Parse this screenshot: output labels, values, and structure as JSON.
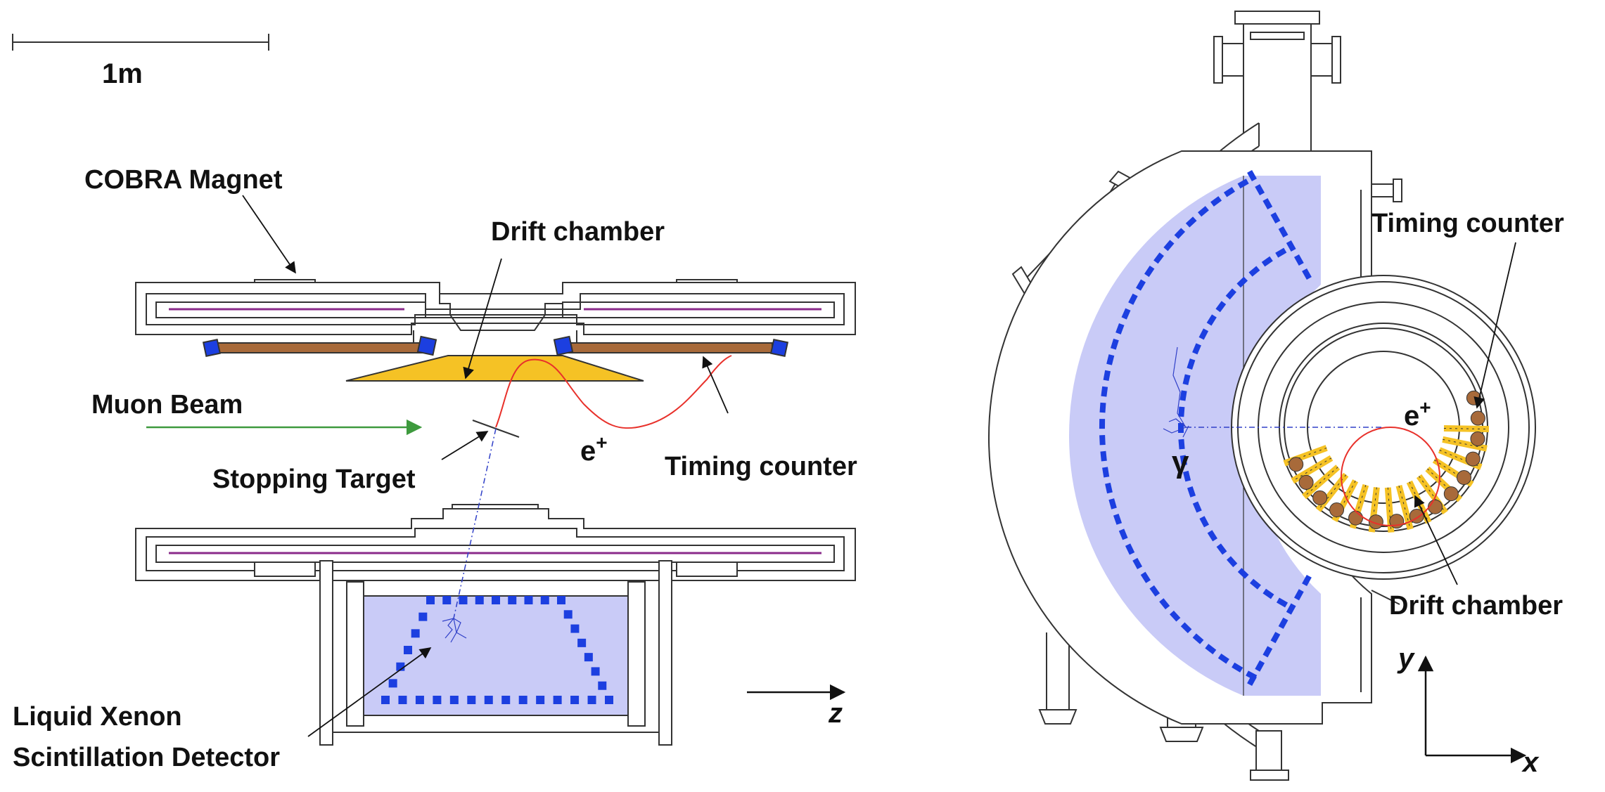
{
  "colors": {
    "xenon_fill": "#c9cbf7",
    "pmt_blue": "#1c3fe0",
    "drift_gold": "#f5c225",
    "coil_brown": "#a86a3a",
    "positron_red": "#e8312b",
    "beam_green": "#3e9a3e",
    "magnet_purple": "#8a2a8a",
    "gamma_blue": "#3040c8"
  },
  "icons": [
    "scale-bar",
    "arrow-right-icon",
    "axis-arrow-icon"
  ],
  "scale": {
    "label": "1m"
  },
  "side_view": {
    "cobra_magnet": "COBRA Magnet",
    "drift_chamber": "Drift chamber",
    "muon_beam": "Muon Beam",
    "stopping_target": "Stopping Target",
    "positron": "e",
    "positron_sup": "+",
    "timing_counter": "Timing counter",
    "lxe_line1": "Liquid Xenon",
    "lxe_line2": "Scintillation Detector",
    "axis_z": "z"
  },
  "end_view": {
    "timing_counter": "Timing counter",
    "positron": "e",
    "positron_sup": "+",
    "gamma": "γ",
    "drift_chamber": "Drift chamber",
    "axis_y": "y",
    "axis_x": "x"
  }
}
